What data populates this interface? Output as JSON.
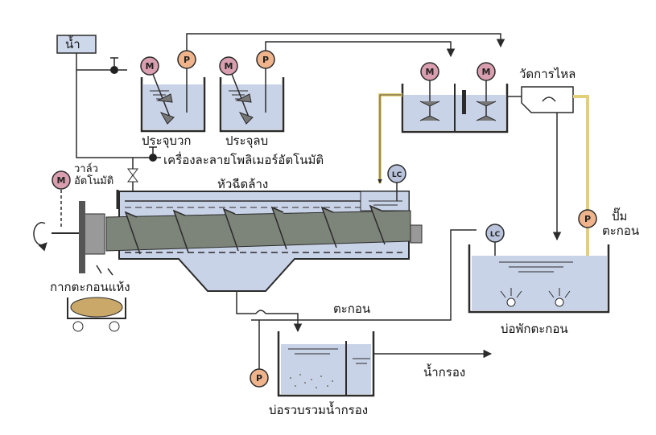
{
  "labels": {
    "water": "น้ำ",
    "coagulant_tank": "ประจุบวก",
    "flocculant_tank": "ประจุลบ",
    "polymer_dissolver": "เครื่องละลายโพลิเมอร์อัตโนมัติ",
    "auto_valve_line1": "วาล์ว",
    "auto_valve_line2": "อัตโนมัติ",
    "spray_head": "หัวฉีดล้าง",
    "flow_meter": "วัดการไหล",
    "sludge_pump_line1": "ปั๊ม",
    "sludge_pump_line2": "ตะกอน",
    "dry_cake": "กากตะกอนแห้ง",
    "sludge": "ตะกอน",
    "sludge_tank": "บ่อพักตะกอน",
    "filtrate_tank": "บ่อรวบรวมน้ำกรอง",
    "filtrate": "น้ำกรอง"
  },
  "symbols": {
    "motor": "M",
    "pump": "P",
    "level_control": "LC"
  },
  "colors": {
    "line": "#2b2b2b",
    "water_fill": "#c9d3e8",
    "tank_fill": "#dde3f0",
    "motor_fill": "#d99fb0",
    "pump_fill": "#f0b48c",
    "lc_fill": "#b9c4dc",
    "screw": "#7d8479",
    "pipe_yellow": "#e4cf79",
    "box_fill": "#cdd8ea"
  }
}
